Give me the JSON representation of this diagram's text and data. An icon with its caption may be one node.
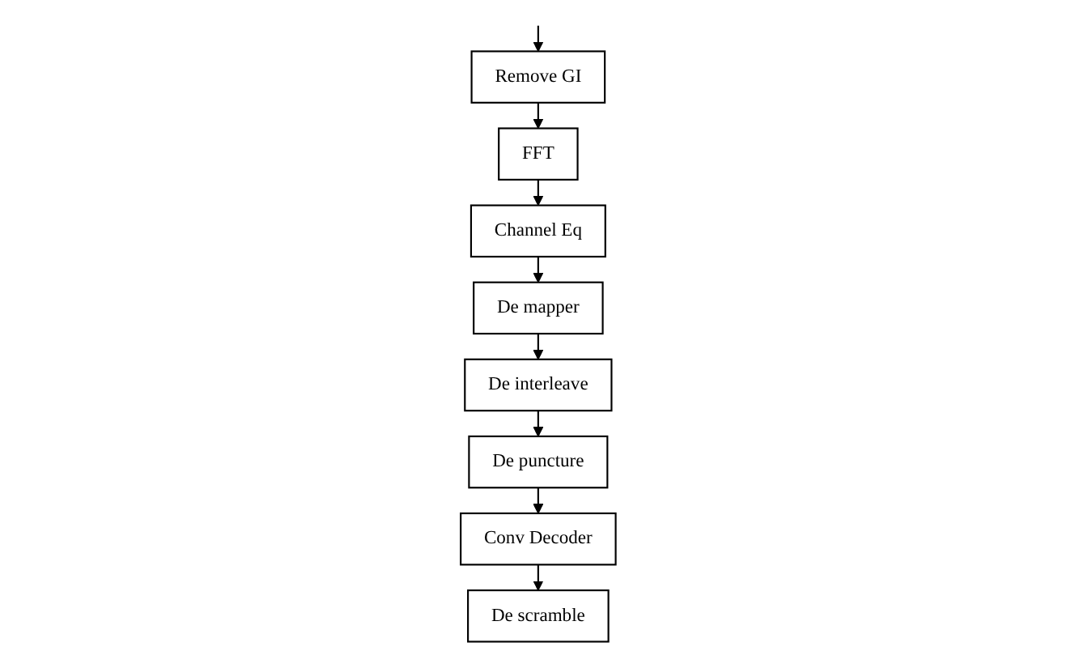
{
  "diagram": {
    "nodes": [
      {
        "text": [
          "Remove GI"
        ]
      },
      {
        "text": [
          "FFT"
        ]
      },
      {
        "text": [
          "Channel Eq"
        ]
      },
      {
        "text": [
          "De mapper"
        ]
      },
      {
        "text": [
          "De interleave"
        ]
      },
      {
        "text": [
          "De puncture"
        ]
      },
      {
        "text": [
          "Conv Decoder"
        ]
      },
      {
        "text": [
          "De scramble"
        ]
      }
    ],
    "edges": [
      {
        "from": null,
        "to": 0,
        "arrow": "to"
      },
      {
        "from": 0,
        "to": 1,
        "arrow": "to"
      },
      {
        "from": 1,
        "to": 2,
        "arrow": "to"
      },
      {
        "from": 2,
        "to": 3,
        "arrow": "to"
      },
      {
        "from": 3,
        "to": 4,
        "arrow": "to"
      },
      {
        "from": 4,
        "to": 5,
        "arrow": "to"
      },
      {
        "from": 5,
        "to": 6,
        "arrow": "to"
      },
      {
        "from": 6,
        "to": 7,
        "arrow": "to"
      }
    ]
  }
}
